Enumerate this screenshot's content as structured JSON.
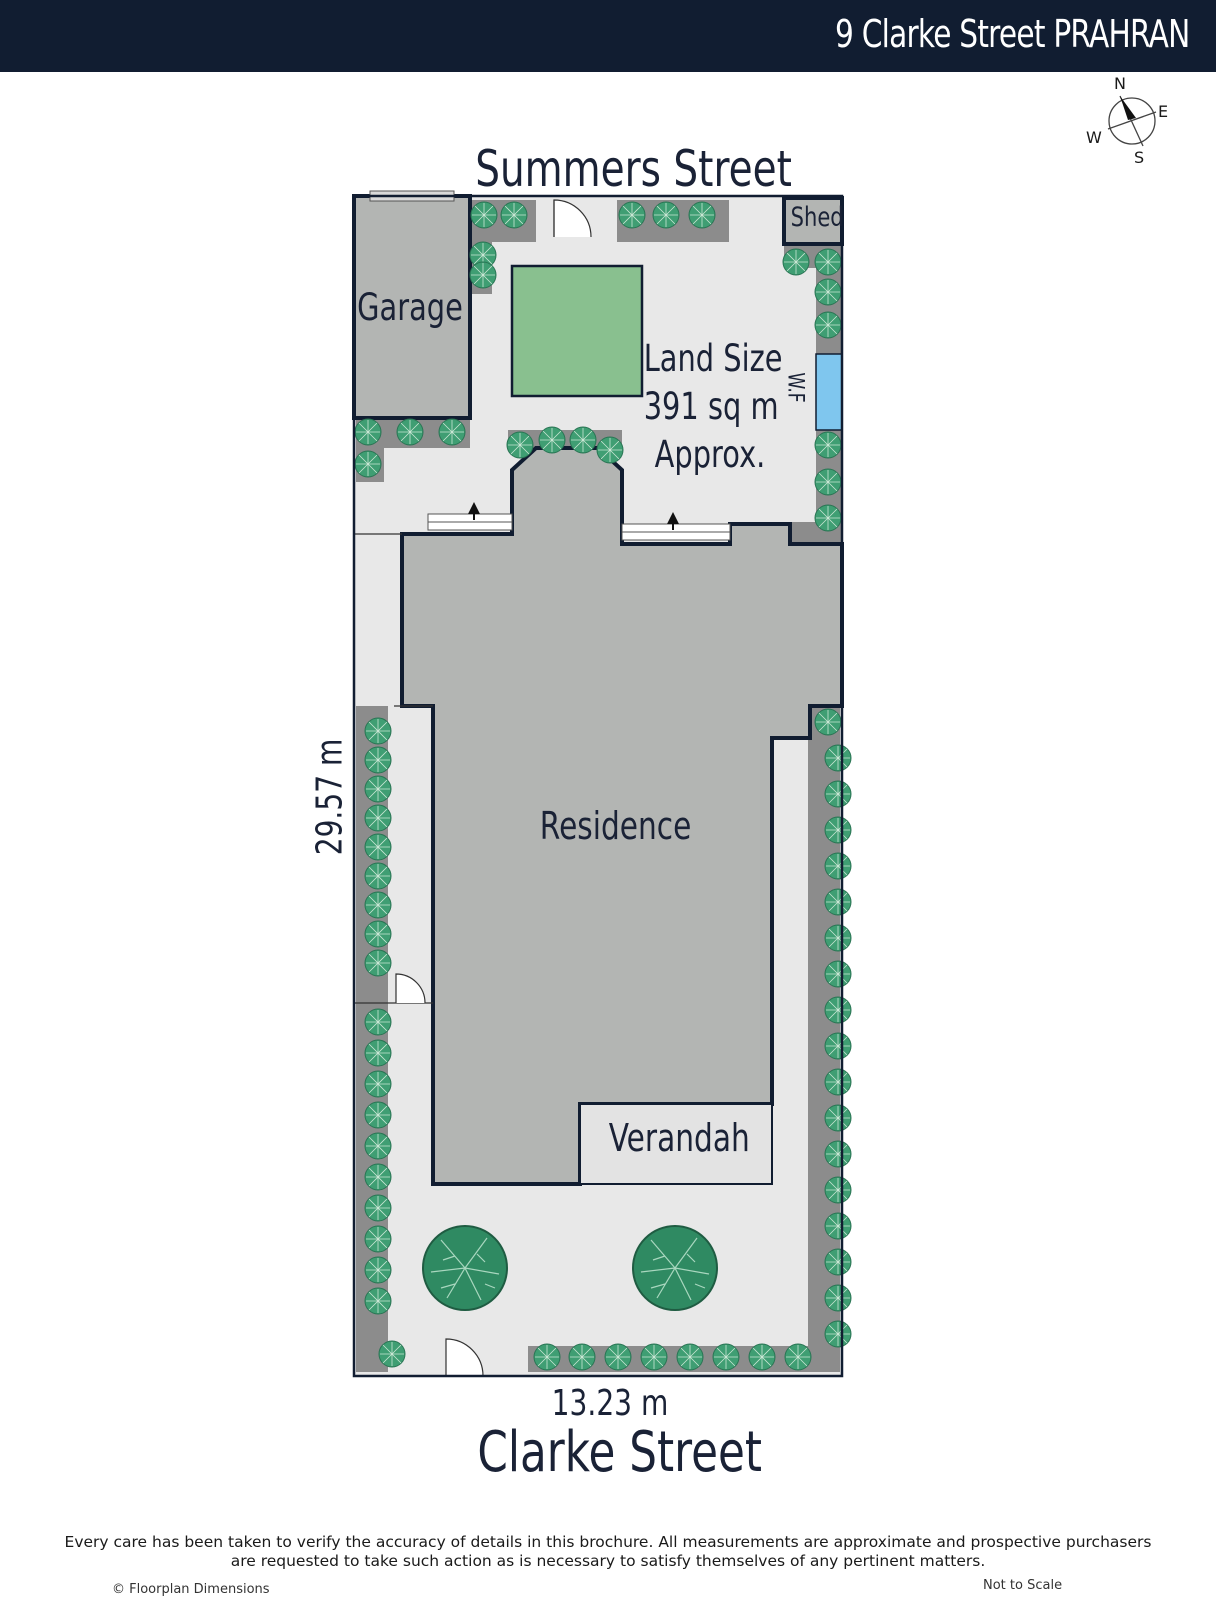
{
  "header": {
    "title": "9 Clarke Street PRAHRAN"
  },
  "compass": {
    "north": "N",
    "east": "E",
    "south": "S",
    "west": "W"
  },
  "streets": {
    "top": "Summers Street",
    "bottom": "Clarke Street"
  },
  "rooms": {
    "garage": "Garage",
    "shed": "Shed",
    "wf": "W.F",
    "residence": "Residence",
    "verandah": "Verandah"
  },
  "land": {
    "line1": "Land Size",
    "line2": "391 sq m",
    "line3": "Approx."
  },
  "dimensions": {
    "width": "13.23 m",
    "depth": "29.57 m"
  },
  "footer": {
    "disclaimer_line1": "Every care has been taken to verify the accuracy of details in this brochure. All measurements are approximate and prospective purchasers",
    "disclaimer_line2": "are requested to take such action as is necessary to satisfy themselves of any pertinent matters.",
    "copyright": "© Floorplan Dimensions",
    "scale": "Not to Scale"
  },
  "colors": {
    "header_bg": "#111d31",
    "outline": "#111d31",
    "ground": "#e8e8e8",
    "building": "#b3b5b3",
    "border_bed": "#8c8c8c",
    "lawn": "#89c08f",
    "shrub": "#3f9e73",
    "tree": "#2f8a62",
    "water": "#7fc6ee"
  }
}
